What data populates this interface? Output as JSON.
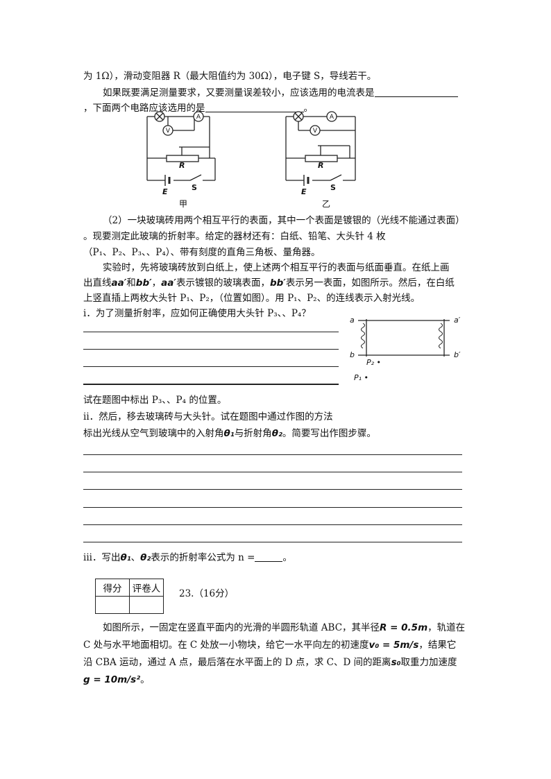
{
  "line1": "为 1Ω），滑动变阻器 R（最大阻值约为 30Ω），电子键 S，导线若干。",
  "line2": "如果既要满足测量要求，又要测量误差较小，应该选用的电流表是",
  "line3a": "，下面两个电路应该选用的是",
  "line3b": "。",
  "circuits": {
    "left_caption": "甲",
    "right_caption": "乙",
    "label_R": "R",
    "label_E": "E",
    "label_S": "S",
    "label_A": "A",
    "label_V": "V"
  },
  "p2_line1": "（2）一块玻璃砖用两个相互平行的表面，其中一个表面是镀银的（光线不能通过表面）",
  "p2_line2": "。现要测定此玻璃的折射率。给定的器材还有：白纸、铅笔、大头针 4 枚",
  "p2_line3": "（P₁、P₂、P₃、、P₄）、带有刻度的直角三角板、量角器。",
  "p3_line1": "实验时，先将玻璃砖放到白纸上，使上述两个相互平行的表面与纸面垂直。在纸上画",
  "p3_line2a": "出直线",
  "p3_line2_aa": "aa′",
  "p3_line2b": "和",
  "p3_line2_bb": "bb′",
  "p3_line2c": "，",
  "p3_line2_aa2": "aa′",
  "p3_line2d": "表示镀银的玻璃表面，",
  "p3_line2_bb2": "bb′",
  "p3_line2e": "表示另一表面，如图所示。然后，在白纸",
  "p3_line3": "上竖直插上两枚大头针 P₁、P₂，（位置如图）。用 P₁、P₂、的连线表示入射光线。",
  "q_i": "i．为了测量折射率，应如何正确使用大头针 P₃、、P₄？",
  "q_i_tail": "试在题图中标出 P₃、、P₄ 的位置。",
  "q_ii_line1": "ii．然后，移去玻璃砖与大头针。试在题图中通过作图的方法",
  "q_ii_line2a": "标出光线从空气到玻璃中的入射角",
  "q_ii_theta1": "θ₁",
  "q_ii_line2b": "与折射角",
  "q_ii_theta2": "θ₂",
  "q_ii_line2c": "。简要写出作图步骤。",
  "q_iii_a": "iii．写出",
  "q_iii_t1": "θ₁",
  "q_iii_sep": "、",
  "q_iii_t2": "θ₂",
  "q_iii_b": "表示的折射率公式为 n =",
  "q_iii_c": "。",
  "glass": {
    "label_a": "a",
    "label_a2": "a′",
    "label_b": "b",
    "label_b2": "b′",
    "label_p2": "P₂ •",
    "label_p1": "P₁ •"
  },
  "score_table": {
    "score": "得分",
    "grader": "评卷人"
  },
  "q23_header": "23.（16分）",
  "q23_line1a": "如图所示，一固定在竖直平面内的光滑的半圆形轨道 ABC，其半径",
  "q23_R": "R = 0.5m",
  "q23_line1b": "，轨道在",
  "q23_line2a": "C 处与水平地面相切。在 C 处放一小物块，给它一水平向左的初速度",
  "q23_v0": "v₀ = 5m/s",
  "q23_line2b": "，结果它",
  "q23_line3a": "沿 CBA 运动，通过 A 点，最后落在水平面上的 D 点，求 C、D 间的距离",
  "q23_s0": "s₀",
  "q23_line3b": "取重力加速度",
  "q23_g": "g = 10m/s²",
  "q23_line4b": "。"
}
